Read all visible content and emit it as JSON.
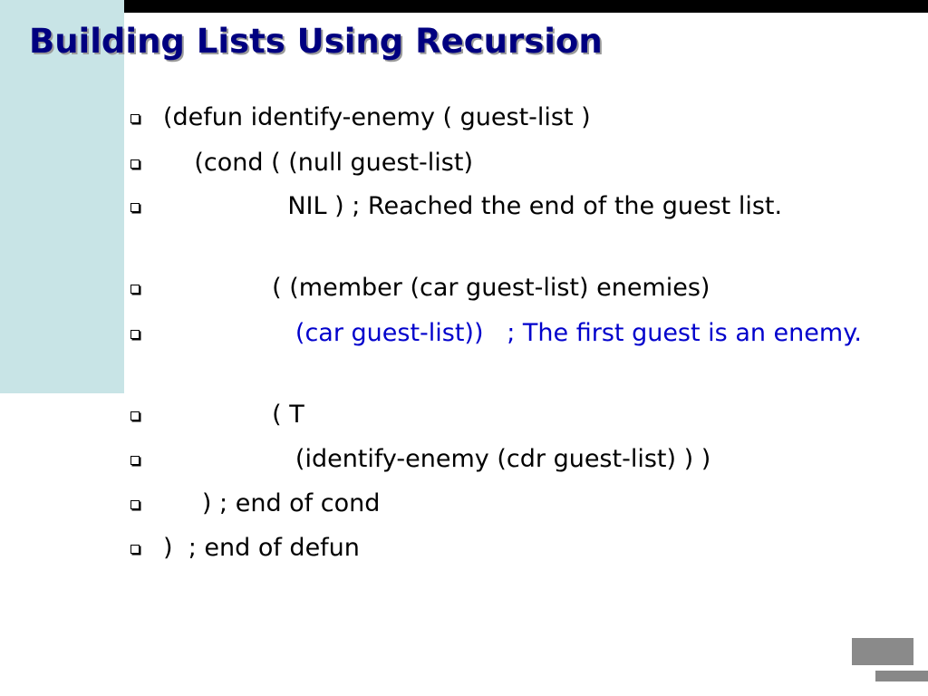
{
  "slide": {
    "title": "Building Lists Using Recursion",
    "bullets": [
      {
        "text": "(defun identify-enemy ( guest-list )",
        "accent": false
      },
      {
        "text": "    (cond ( (null guest-list)",
        "accent": false
      },
      {
        "text": "                NIL ) ; Reached the end of the guest list.",
        "accent": false
      },
      {
        "text": "              ( (member (car guest-list) enemies)",
        "accent": false
      },
      {
        "text": "                 (car guest-list))   ; The first guest is an enemy.",
        "accent": true
      },
      {
        "text": "              ( T",
        "accent": false
      },
      {
        "text": "                 (identify-enemy (cdr guest-list) ) )",
        "accent": false
      },
      {
        "text": "     ) ; end of cond",
        "accent": false
      },
      {
        "text": ")  ; end of defun",
        "accent": false
      }
    ]
  },
  "colors": {
    "title": "#000080",
    "accent_text": "#0000cc",
    "side_panel": "#c8e4e6",
    "top_bar": "#000000"
  },
  "icons": {
    "bullet": "hollow-square-icon",
    "corner": "slide-corner-mark"
  }
}
